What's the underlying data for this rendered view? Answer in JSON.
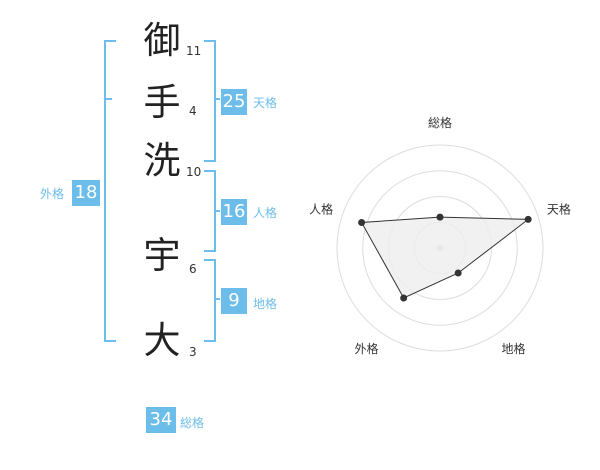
{
  "name": {
    "chars": [
      "御",
      "手",
      "洗",
      "宇",
      "大"
    ],
    "strokes": [
      "11",
      "4",
      "10",
      "6",
      "3"
    ]
  },
  "scores": {
    "tenkaku": {
      "label": "天格",
      "value": "25"
    },
    "jinkaku": {
      "label": "人格",
      "value": "16"
    },
    "chikaku": {
      "label": "地格",
      "value": "9"
    },
    "gaikaku": {
      "label": "外格",
      "value": "18"
    },
    "soukaku": {
      "label": "総格",
      "value": "34"
    }
  },
  "radar": {
    "axes": [
      "総格",
      "天格",
      "地格",
      "外格",
      "人格"
    ],
    "levels": [
      0.3,
      0.9,
      0.3,
      0.6,
      0.8
    ],
    "ring_count": 4,
    "color_line": "#333333",
    "color_fill": "#eeeeee",
    "color_ring": "#dddddd"
  },
  "colors": {
    "accent": "#6cbde9"
  }
}
